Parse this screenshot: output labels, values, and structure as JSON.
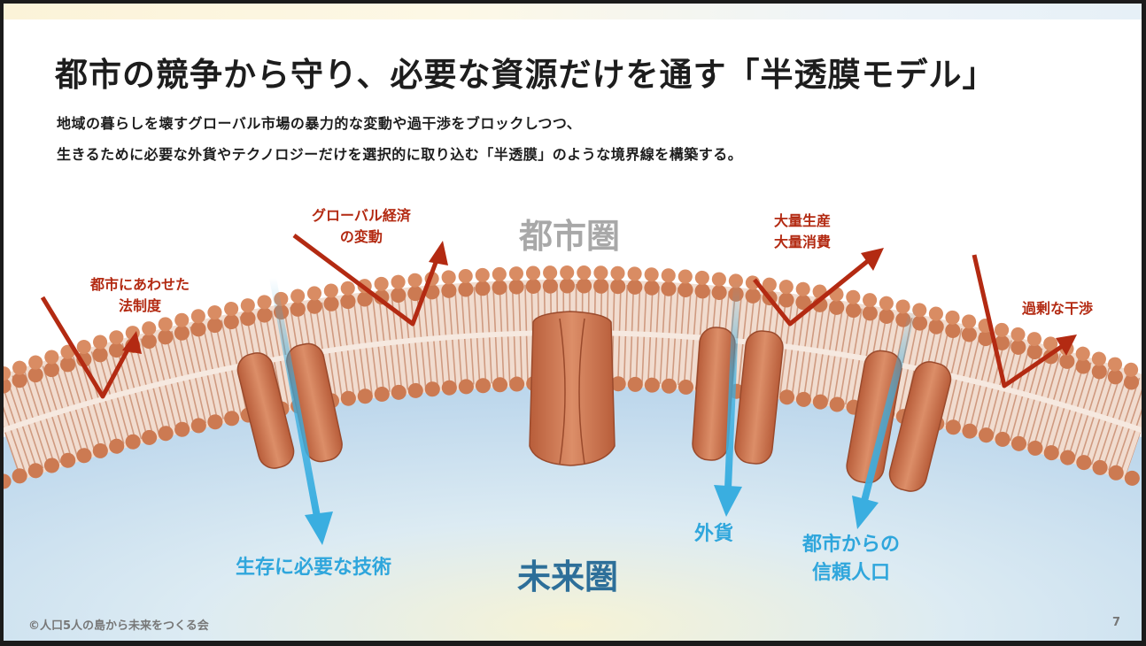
{
  "title": "都市の競争から守り、必要な資源だけを通す「半透膜モデル」",
  "subtitle_line1": "地域の暮らしを壊すグローバル市場の暴力的な変動や過干渉をブロックしつつ、",
  "subtitle_line2": "生きるために必要な外貨やテクノロジーだけを選択的に取り込む「半透膜」のような境界線を構築する。",
  "zones": {
    "city": "都市圏",
    "future": "未来圏"
  },
  "blocked": {
    "law_line1": "都市にあわせた",
    "law_line2": "法制度",
    "global_line1": "グローバル経済",
    "global_line2": "の変動",
    "mass_line1": "大量生産",
    "mass_line2": "大量消費",
    "interference": "過剰な干渉"
  },
  "passed": {
    "technology": "生存に必要な技術",
    "currency": "外貨",
    "trust_line1": "都市からの",
    "trust_line2": "信頼人口"
  },
  "footer": {
    "credit": "©人口5人の島から未来をつくる会",
    "page": "7"
  },
  "colors": {
    "blocked_arrow": "#b32a12",
    "passed_arrow": "#3aaee0",
    "membrane_head": "#d5825a",
    "membrane_tail": "#e8b9a1",
    "protein": "#c9714a",
    "future_zone_fill": "#cfe3f2",
    "city_zone_text": "#a8a8a8",
    "future_zone_text": "#2d6f99"
  }
}
